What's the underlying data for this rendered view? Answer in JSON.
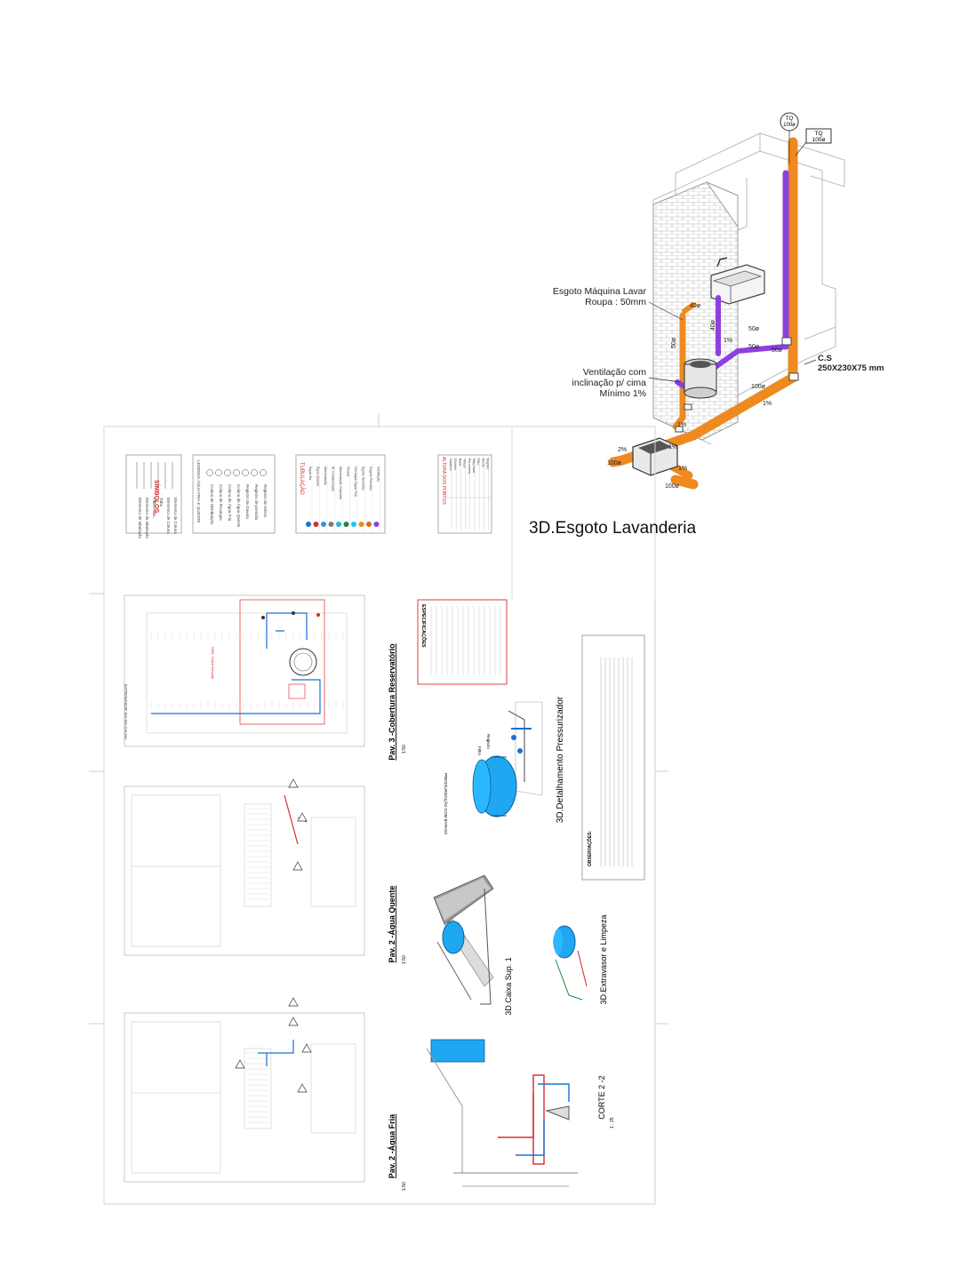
{
  "top3d": {
    "title": "3D.Esgoto Lavanderia",
    "callout_machine": [
      "Esgoto Máquina Lavar",
      "Roupa : 50mm"
    ],
    "callout_vent": [
      "Ventilação com",
      "inclinação p/ cima",
      "Mínimo 1%"
    ],
    "callout_cs": [
      "C.S",
      "250X230X75 mm"
    ],
    "tag_top_a": [
      "TQ",
      "100ø"
    ],
    "tag_top_b": [
      "TQ",
      "100ø"
    ],
    "dims": [
      "50ø",
      "40ø",
      "50ø",
      "1%",
      "50ø",
      "50ø",
      "100ø",
      "1%",
      "1%",
      "100ø",
      "1%",
      "100ø",
      "40ø",
      "2%",
      "1%"
    ]
  },
  "sheet": {
    "titles": {
      "cobertura": "Pav. 3 -Cobertura Reservatório",
      "cobertura_scale": "1:50",
      "agua_quente": "Pav. 2 -Água Quente",
      "agua_quente_scale": "1:50",
      "agua_fria": "Pav. 2 -Água Fria",
      "agua_fria_scale": "1:50",
      "pressurizador": "3D.Detalhamento Pressurizador",
      "caixa": "3D.Caixa Sup. 1",
      "extravasor": "3D.Extravasor e Limpeza",
      "corte": "CORTE 2 -2",
      "corte_scale": "1 : 25"
    },
    "legend": {
      "simbolos_title": "SÍMBOLOS",
      "simbolos": [
        "Elemento de tubulação",
        "Elemento de tubulação",
        "Fluxo Indic.",
        "Tubo",
        "Elemento de Coluna",
        "Elemento de Coluna"
      ],
      "legenda_title": "LEGENDA ÁGUA FRIA E QUENTE",
      "legenda": [
        "Coluna de Distribuição",
        "Coluna de Recalque",
        "Coluna de Água Fria",
        "Coluna de Água Quente",
        "Registro de Gaveta",
        "Registro de pressão",
        "Registro de esfera"
      ],
      "tubulacao_title": "TUBULAÇÃO",
      "tubulacao": [
        "Água fria",
        "Água Quente",
        "Alimentação",
        "Ar Condicionado",
        "Alimentação Chuveiro",
        "Pluvial",
        "Recalque Água Fria",
        "Águas Servidas",
        "Esgoto Primário",
        "Ventilação"
      ],
      "tubulacao_colors": [
        "#1f6fd1",
        "#d62b2b",
        "#3a8fd6",
        "#7b7b7b",
        "#2bb3c9",
        "#1a8a3c",
        "#1fbfff",
        "#f08a1c",
        "#d96d0e",
        "#8d3fe0"
      ],
      "alturas_title": "ALTURA DOS PONTOS",
      "alturas": [
        "Lavatório",
        "Chuveiro",
        "Bacia",
        "Tanque",
        "Pia cozinha",
        "Máq. Lavar",
        "Filtro",
        "Ducha",
        "Registro"
      ]
    },
    "especificacoes_title": "ESPECIFICAÇÕES",
    "observacoes_title": "OBSERVAÇÕES:",
    "labels": {
      "extravasor_note": "EXTRAVASOR SAI NA CALHA",
      "pressurizacao": "PRESSURIZAÇÃO COM BYPASS",
      "registro": "Registro",
      "filtro": "Filtro"
    }
  }
}
